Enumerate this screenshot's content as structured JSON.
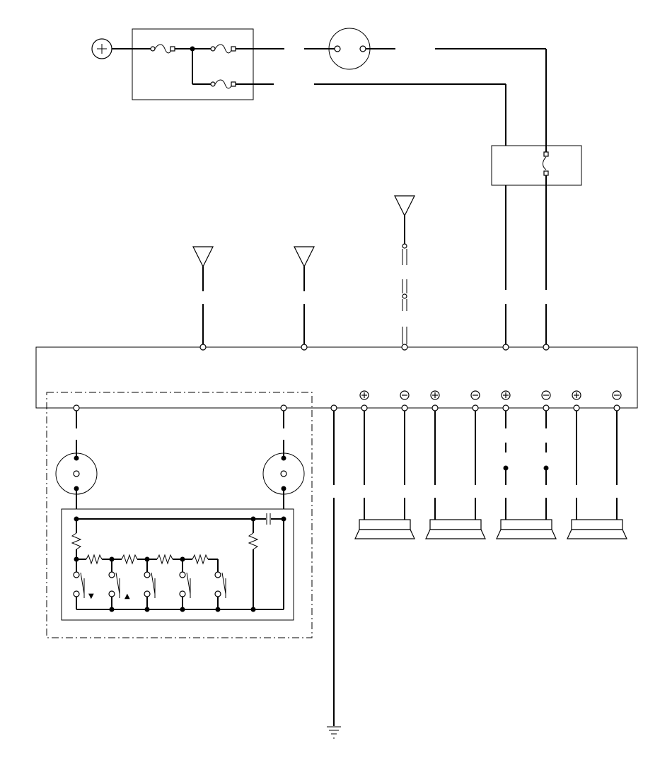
{
  "diagram": {
    "title": "",
    "components": {
      "battery": "battery-positive",
      "fuse_box": "fuse-box",
      "ignition_switch": "ignition-switch",
      "relay_box": "relay-box",
      "antennas": [
        "antenna-1",
        "antenna-2",
        "antenna-3"
      ],
      "audio_unit": "audio-unit",
      "connectors": [
        "connector-left",
        "connector-right"
      ],
      "steering_switch": "steering-wheel-audio-switch",
      "speakers": [
        "speaker-1",
        "speaker-2",
        "speaker-3",
        "speaker-4"
      ],
      "ground": "ground"
    },
    "terminal_signs": [
      "+",
      "−",
      "+",
      "−",
      "+",
      "−",
      "+",
      "−"
    ],
    "switch_arrows": [
      "▼",
      "▲"
    ]
  }
}
